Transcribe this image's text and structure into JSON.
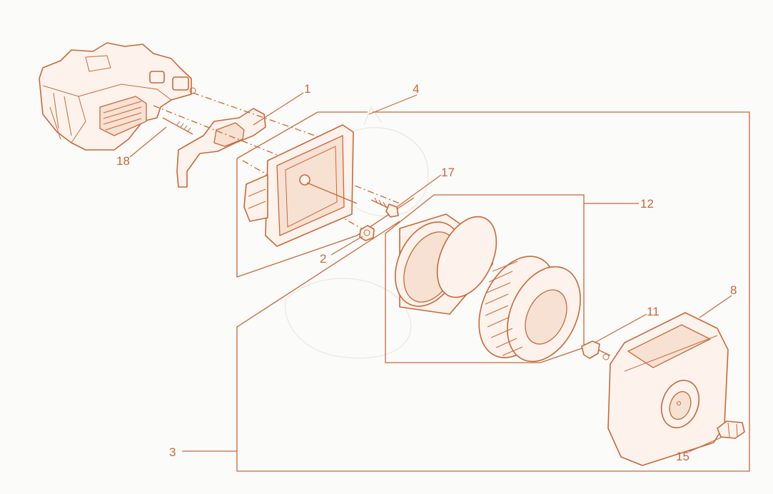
{
  "diagram": {
    "colors": {
      "line": "#c8683a",
      "fill": "#fdf3ec",
      "background": "#fbfbf9"
    },
    "callouts": [
      {
        "id": "c1",
        "label": "1"
      },
      {
        "id": "c2",
        "label": "2"
      },
      {
        "id": "c3",
        "label": "3"
      },
      {
        "id": "c4",
        "label": "4"
      },
      {
        "id": "c8",
        "label": "8"
      },
      {
        "id": "c11",
        "label": "11"
      },
      {
        "id": "c12",
        "label": "12"
      },
      {
        "id": "c15",
        "label": "15"
      },
      {
        "id": "c17",
        "label": "17"
      },
      {
        "id": "c18",
        "label": "18"
      }
    ]
  }
}
